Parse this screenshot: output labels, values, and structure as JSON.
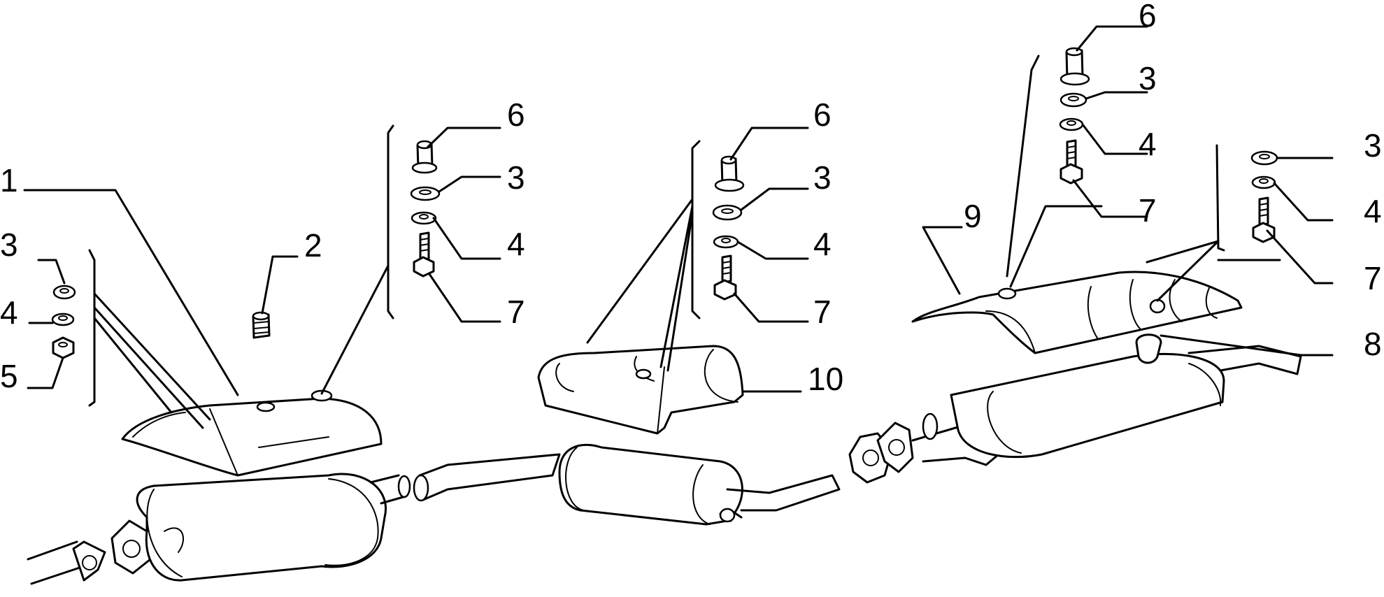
{
  "callouts": [
    {
      "id": "c-1-a",
      "text": "1"
    },
    {
      "id": "c-3-a",
      "text": "3"
    },
    {
      "id": "c-4-a",
      "text": "4"
    },
    {
      "id": "c-5-a",
      "text": "5"
    },
    {
      "id": "c-2-a",
      "text": "2"
    },
    {
      "id": "c-6-a",
      "text": "6"
    },
    {
      "id": "c-3-b",
      "text": "3"
    },
    {
      "id": "c-4-b",
      "text": "4"
    },
    {
      "id": "c-7-a",
      "text": "7"
    },
    {
      "id": "c-6-b",
      "text": "6"
    },
    {
      "id": "c-3-c",
      "text": "3"
    },
    {
      "id": "c-4-c",
      "text": "4"
    },
    {
      "id": "c-7-b",
      "text": "7"
    },
    {
      "id": "c-10-a",
      "text": "10"
    },
    {
      "id": "c-6-c",
      "text": "6"
    },
    {
      "id": "c-3-d",
      "text": "3"
    },
    {
      "id": "c-4-d",
      "text": "4"
    },
    {
      "id": "c-7-c",
      "text": "7"
    },
    {
      "id": "c-9-a",
      "text": "9"
    },
    {
      "id": "c-3-e",
      "text": "3"
    },
    {
      "id": "c-4-e",
      "text": "4"
    },
    {
      "id": "c-7-d",
      "text": "7"
    },
    {
      "id": "c-8-a",
      "text": "8"
    }
  ]
}
